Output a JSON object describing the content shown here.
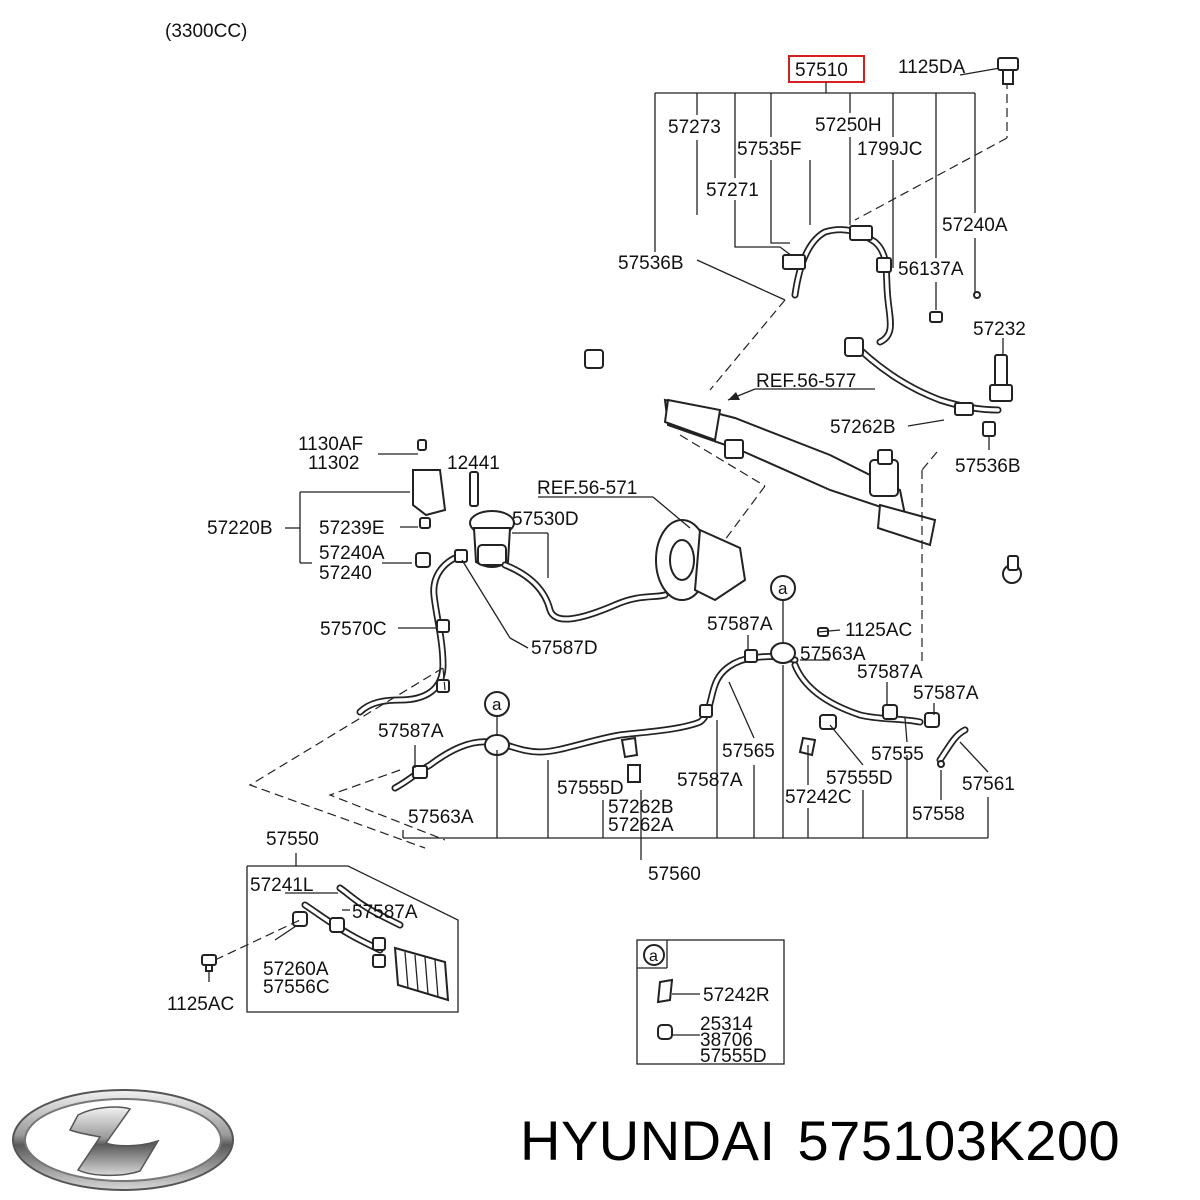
{
  "header": {
    "engine_note": "(3300CC)"
  },
  "footer": {
    "brand": "HYUNDAI",
    "part_number": "575103K200"
  },
  "highlight_color": "#d42020",
  "callouts": [
    {
      "label": "57510",
      "highlighted": true
    },
    {
      "label": "1125DA"
    },
    {
      "label": "57273"
    },
    {
      "label": "57250H"
    },
    {
      "label": "57535F"
    },
    {
      "label": "1799JC"
    },
    {
      "label": "57271"
    },
    {
      "label": "57240A"
    },
    {
      "label": "57536B"
    },
    {
      "label": "56137A"
    },
    {
      "label": "57232"
    },
    {
      "label": "REF.56-577"
    },
    {
      "label": "57262B"
    },
    {
      "label": "57536B"
    },
    {
      "label": "1130AF"
    },
    {
      "label": "11302"
    },
    {
      "label": "12441"
    },
    {
      "label": "REF.56-571"
    },
    {
      "label": "57220B"
    },
    {
      "label": "57239E"
    },
    {
      "label": "57530D"
    },
    {
      "label": "57240A"
    },
    {
      "label": "57240"
    },
    {
      "label": "57570C"
    },
    {
      "label": "57587D"
    },
    {
      "label": "57587A"
    },
    {
      "label": "1125AC"
    },
    {
      "label": "57563A"
    },
    {
      "label": "57587A"
    },
    {
      "label": "57587A"
    },
    {
      "label": "57587A"
    },
    {
      "label": "57565"
    },
    {
      "label": "57555"
    },
    {
      "label": "57555D"
    },
    {
      "label": "57587A"
    },
    {
      "label": "57555D"
    },
    {
      "label": "57242C"
    },
    {
      "label": "57561"
    },
    {
      "label": "57262B"
    },
    {
      "label": "57262A"
    },
    {
      "label": "57563A"
    },
    {
      "label": "57558"
    },
    {
      "label": "57560"
    },
    {
      "label": "57550"
    },
    {
      "label": "57241L"
    },
    {
      "label": "57587A"
    },
    {
      "label": "57260A"
    },
    {
      "label": "57556C"
    },
    {
      "label": "1125AC"
    }
  ],
  "markers": [
    "a",
    "a",
    "a"
  ],
  "detail_box": {
    "marker": "a",
    "labels": [
      "57242R",
      "25314",
      "38706",
      "57555D"
    ]
  }
}
